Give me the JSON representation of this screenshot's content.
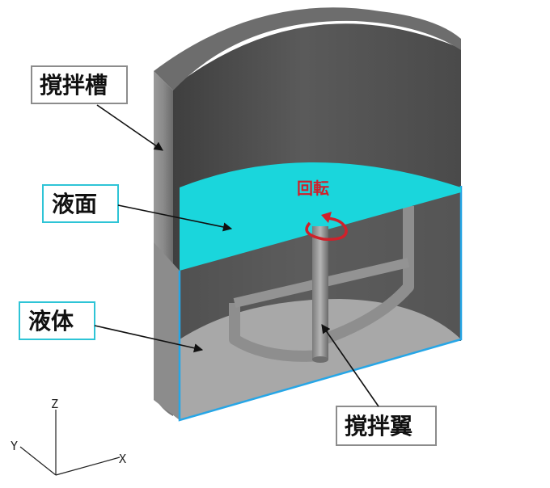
{
  "labels": {
    "tank": "撹拌槽",
    "liquid_surface": "液面",
    "liquid": "液体",
    "impeller": "撹拌翼",
    "rotation": "回転"
  },
  "axes": {
    "z": "Z",
    "y": "Y",
    "x": "X"
  },
  "colors": {
    "tank_wall": "#8a8a8a",
    "liquid_surface": "#1ad6dc",
    "liquid_outline": "#27a6e6",
    "rotation_arrow": "#d0202a",
    "label_border_gray": "#8c8c8c",
    "label_border_cyan": "#2ec4d6"
  },
  "icons": {
    "rotation": "circular-arrow-icon"
  }
}
